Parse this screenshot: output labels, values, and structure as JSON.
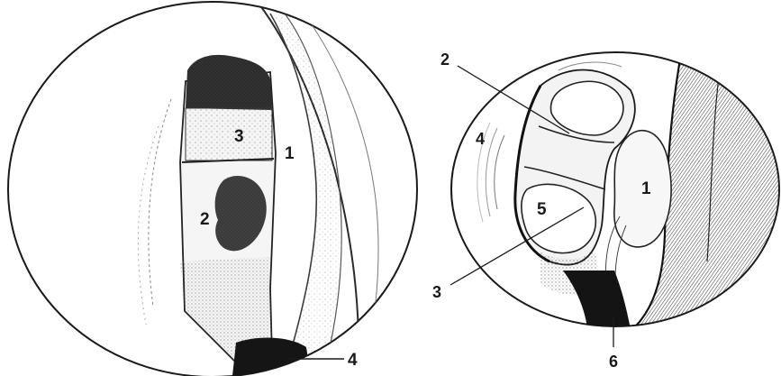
{
  "left_panel": {
    "labels": {
      "l1": "1",
      "l2": "2",
      "l3": "3",
      "l4": "4"
    }
  },
  "right_panel": {
    "labels": {
      "r1": "1",
      "r2": "2",
      "r3": "3",
      "r4": "4",
      "r5": "5",
      "r6": "6"
    }
  }
}
